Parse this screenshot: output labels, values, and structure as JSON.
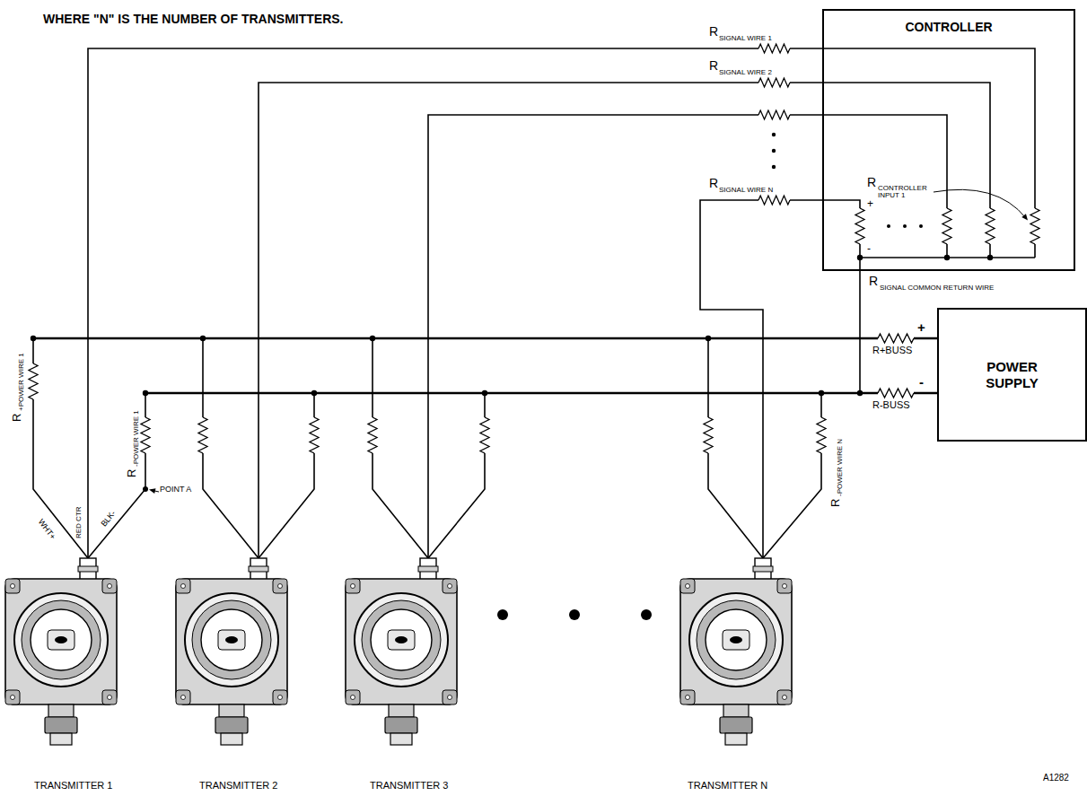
{
  "diagram": {
    "nodes": [
      {
        "text": [
          "CONTROLLER"
        ]
      },
      {
        "text": [
          "POWER SUPPLY"
        ]
      }
    ],
    "edges": [
      {
        "from": 0,
        "to": 1,
        "arrow": "none"
      }
    ],
    "labels": [
      "WHERE \"N\" IS THE NUMBER OF TRANSMITTERS.",
      "R",
      "SIGNAL WIRE 1",
      "R",
      "SIGNAL WIRE 2",
      "R",
      "SIGNAL WIRE N",
      "R",
      "CONTROLLER INPUT 1",
      "+",
      "-",
      "R",
      "SIGNAL COMMON RETURN WIRE",
      "+",
      "-",
      "R+BUSS",
      "R-BUSS",
      "R",
      "+POWER WIRE 1",
      "WHT+",
      "RED CTR",
      "BLK-",
      "R",
      "-POWER WIRE 1",
      "POINT A",
      "R",
      "-POWER WIRE N",
      "TRANSMITTER 1",
      "TRANSMITTER 2",
      "TRANSMITTER 3",
      "TRANSMITTER N",
      "A1282"
    ]
  }
}
